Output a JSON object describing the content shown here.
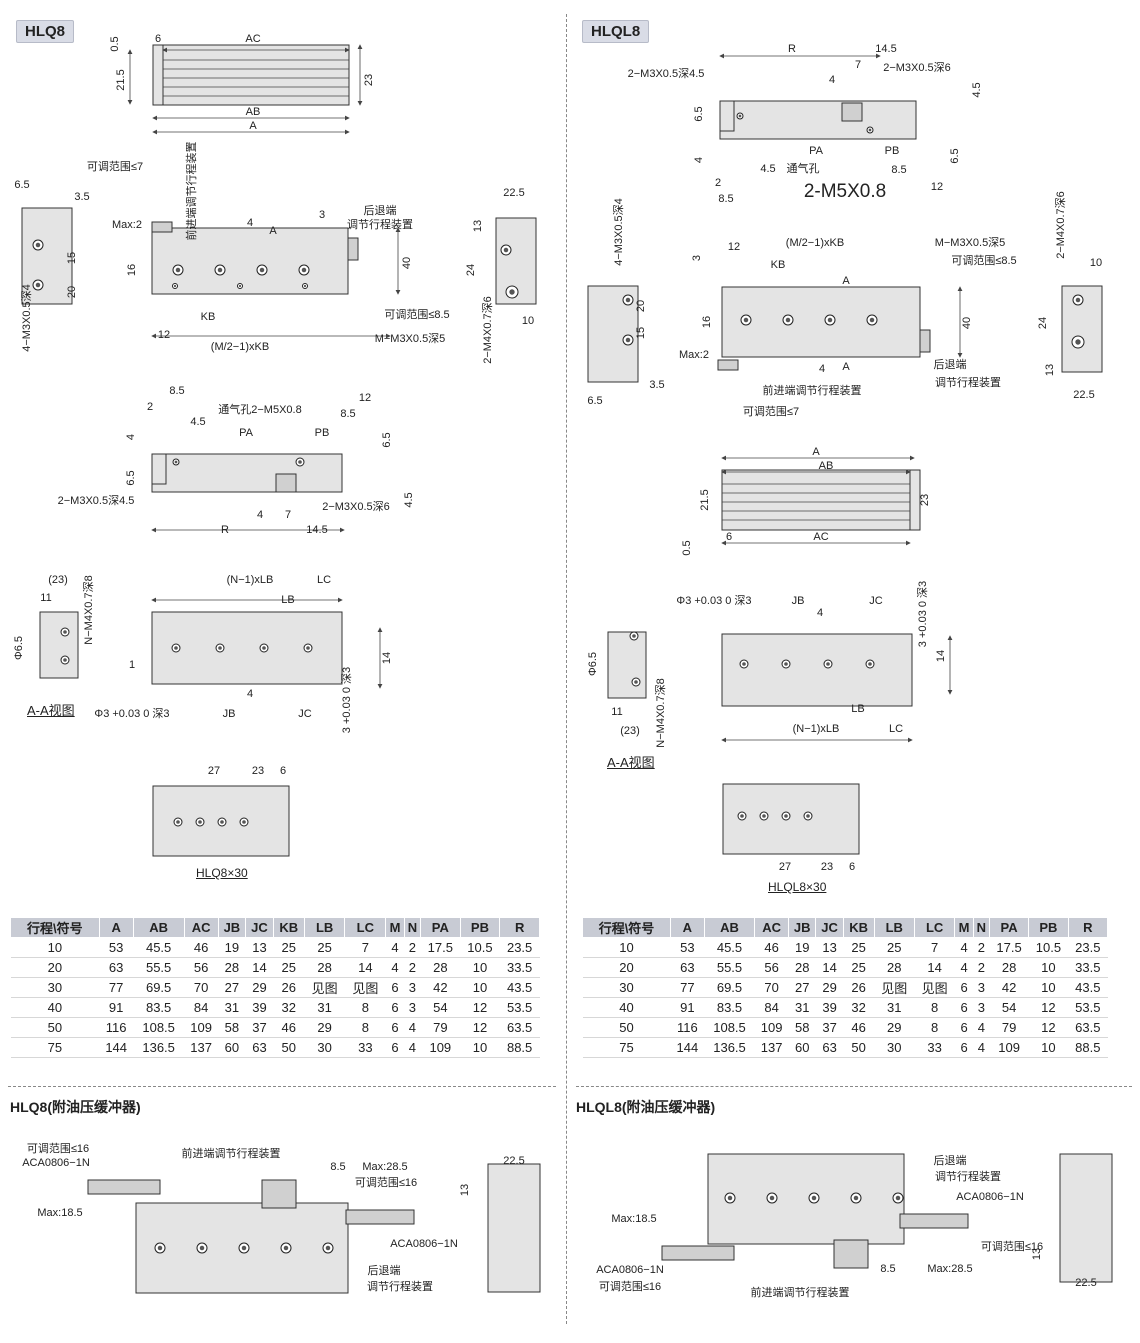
{
  "left": {
    "badge": "HLQ8",
    "section_title": "HLQ8(附油压缓冲器)",
    "caption_view": "A-A视图",
    "caption_model": "HLQ8×30",
    "top_view": {
      "dims": [
        "0.5",
        "6",
        "AC",
        "21.5",
        "23",
        "AB",
        "A"
      ]
    },
    "main_view": {
      "dims": [
        "6.5",
        "3.5",
        "可调范围≤7",
        "前进端调节行程装置",
        "Max:2",
        "4",
        "A",
        "3",
        "后退端",
        "调节行程装置",
        "16",
        "40",
        "15",
        "20",
        "KB",
        "12",
        "(M/2−1)xKB",
        "可调范围≤8.5",
        "M−M3X0.5深5",
        "4−M3X0.5深4",
        "22.5",
        "13",
        "24",
        "10",
        "2−M4X0.7深6"
      ]
    },
    "side_view": {
      "dims": [
        "8.5",
        "2",
        "4.5",
        "通气孔2−M5X0.8",
        "12",
        "8.5",
        "PA",
        "PB",
        "6.5",
        "4",
        "6.5",
        "4.5",
        "2−M3X0.5深4.5",
        "4",
        "7",
        "2−M3X0.5深6",
        "R",
        "14.5"
      ]
    },
    "aa_view": {
      "dims": [
        "(23)",
        "11",
        "N−M4X0.7深8",
        "Φ6.5",
        "(N−1)xLB",
        "LC",
        "LB",
        "1",
        "14",
        "4",
        "Φ3 +0.03 0 深3",
        "JB",
        "JC",
        "3 +0.03 0 深3"
      ]
    },
    "example_view": {
      "dims": [
        "27",
        "23",
        "6"
      ]
    },
    "buffer_view": {
      "dims": [
        "可调范围≤16",
        "ACA0806−1N",
        "前进端调节行程装置",
        "8.5",
        "Max:28.5",
        "可调范围≤16",
        "Max:18.5",
        "ACA0806−1N",
        "后退端",
        "调节行程装置",
        "22.5",
        "13"
      ]
    }
  },
  "right": {
    "badge": "HLQL8",
    "section_title": "HLQL8(附油压缓冲器)",
    "caption_view": "A-A视图",
    "caption_model": "HLQL8×30",
    "side_view": {
      "dims": [
        "R",
        "14.5",
        "2−M3X0.5深4.5",
        "7",
        "4",
        "2−M3X0.5深6",
        "4.5",
        "6.5",
        "4",
        "PA",
        "PB",
        "通气孔",
        "4.5",
        "8.5",
        "6.5",
        "2",
        "8.5",
        "2-M5X0.8",
        "12"
      ],
      "vent_label": "2-M5X0.8"
    },
    "main_view": {
      "dims": [
        "4−M3X0.5深4",
        "3",
        "12",
        "(M/2−1)xKB",
        "KB",
        "M−M3X0.5深5",
        "可调范围≤8.5",
        "A",
        "2−M4X0.7深6",
        "10",
        "20",
        "15",
        "16",
        "40",
        "24",
        "Max:2",
        "4",
        "A",
        "13",
        "3.5",
        "6.5",
        "前进端调节行程装置",
        "后退端",
        "调节行程装置",
        "可调范围≤7",
        "22.5"
      ]
    },
    "top_view": {
      "dims": [
        "A",
        "AB",
        "21.5",
        "23",
        "0.5",
        "6",
        "AC"
      ]
    },
    "aa_view": {
      "dims": [
        "Φ3 +0.03 0 深3",
        "JB",
        "4",
        "JC",
        "3 +0.03 0 深3",
        "Φ6.5",
        "14",
        "LB",
        "11",
        "(N−1)xLB",
        "LC",
        "(23)",
        "N−M4X0.7深8"
      ]
    },
    "example_view": {
      "dims": [
        "27",
        "23",
        "6"
      ]
    },
    "buffer_view": {
      "dims": [
        "后退端",
        "调节行程装置",
        "ACA0806−1N",
        "Max:18.5",
        "可调范围≤16",
        "ACA0806−1N",
        "可调范围≤16",
        "8.5",
        "Max:28.5",
        "前进端调节行程装置",
        "22.5",
        "13"
      ]
    }
  },
  "table": {
    "headers": [
      "行程\\符号",
      "A",
      "AB",
      "AC",
      "JB",
      "JC",
      "KB",
      "LB",
      "LC",
      "M",
      "N",
      "PA",
      "PB",
      "R"
    ],
    "rows": [
      [
        "10",
        "53",
        "45.5",
        "46",
        "19",
        "13",
        "25",
        "25",
        "7",
        "4",
        "2",
        "17.5",
        "10.5",
        "23.5"
      ],
      [
        "20",
        "63",
        "55.5",
        "56",
        "28",
        "14",
        "25",
        "28",
        "14",
        "4",
        "2",
        "28",
        "10",
        "33.5"
      ],
      [
        "30",
        "77",
        "69.5",
        "70",
        "27",
        "29",
        "26",
        "见图",
        "见图",
        "6",
        "3",
        "42",
        "10",
        "43.5"
      ],
      [
        "40",
        "91",
        "83.5",
        "84",
        "31",
        "39",
        "32",
        "31",
        "8",
        "6",
        "3",
        "54",
        "12",
        "53.5"
      ],
      [
        "50",
        "116",
        "108.5",
        "109",
        "58",
        "37",
        "46",
        "29",
        "8",
        "6",
        "4",
        "79",
        "12",
        "63.5"
      ],
      [
        "75",
        "144",
        "136.5",
        "137",
        "60",
        "63",
        "50",
        "30",
        "33",
        "6",
        "4",
        "109",
        "10",
        "88.5"
      ]
    ]
  },
  "colors": {
    "body_fill": "#e4e4e4",
    "body_stroke": "#333333",
    "dim_line": "#444444",
    "header_fill": "#c8cbd4",
    "badge_fill": "#d9dce6"
  }
}
